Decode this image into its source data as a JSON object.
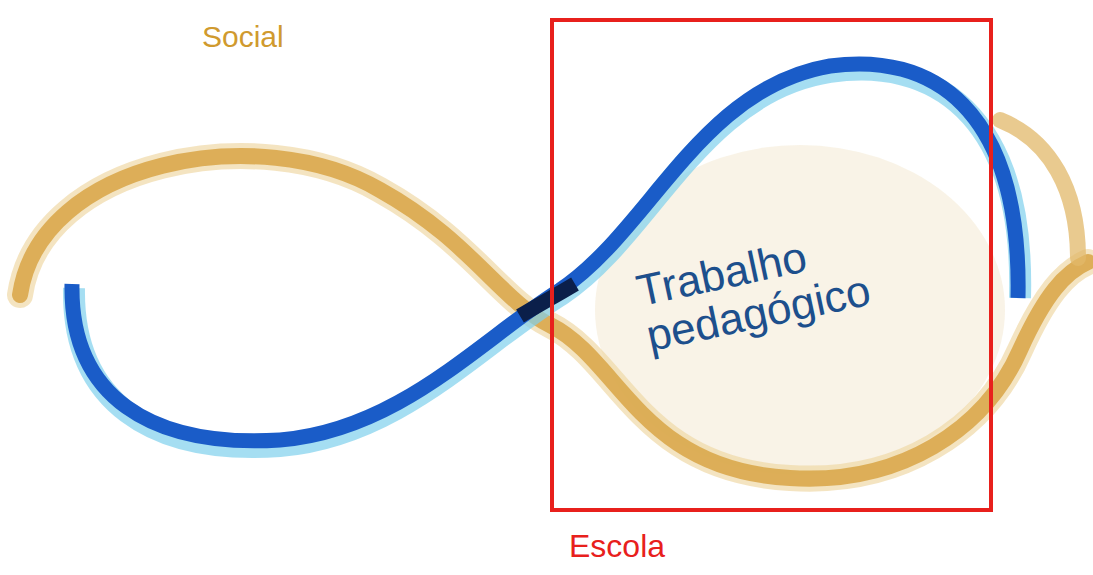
{
  "diagram": {
    "nodes": [
      {
        "text": [
          "Trabalho pedagógico",
          "Escola"
        ]
      }
    ],
    "labels": [
      "Social"
    ]
  }
}
